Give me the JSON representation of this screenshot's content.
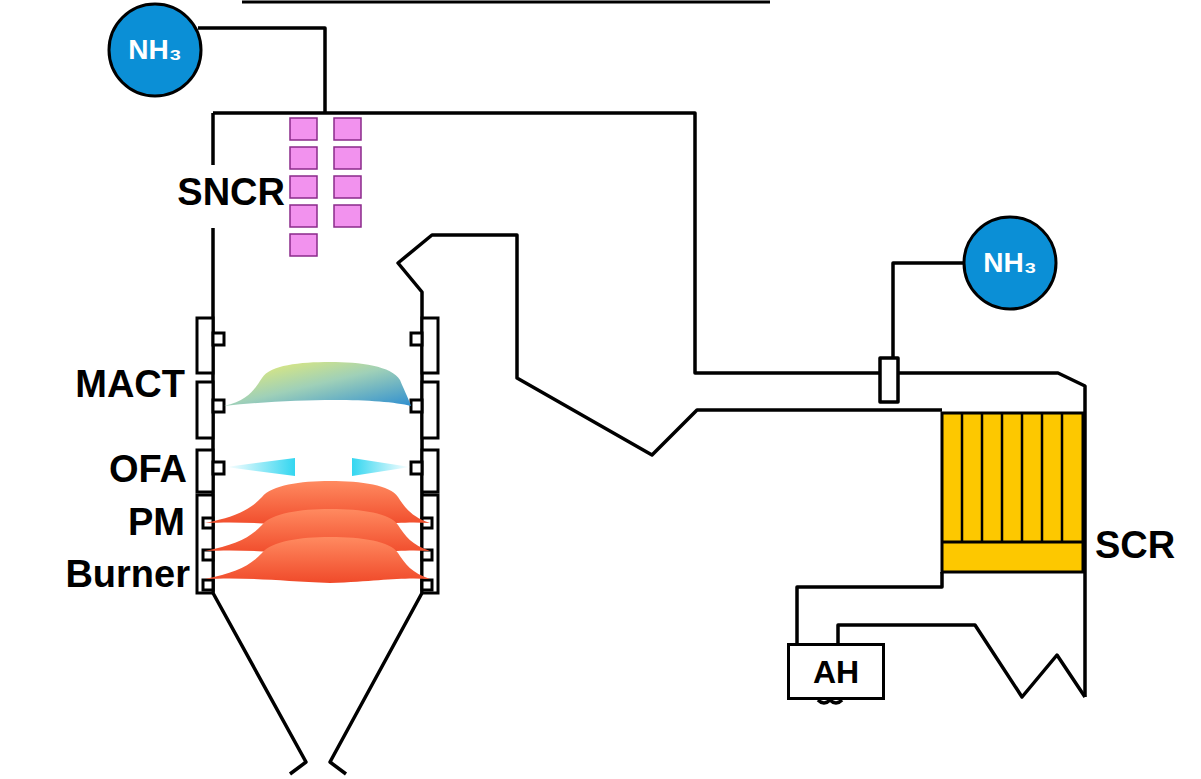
{
  "diagram": {
    "nodes": [
      {
        "text": [
          "NH₃"
        ]
      },
      {
        "text": [
          "NH₃"
        ]
      },
      {
        "text": [
          "AH"
        ]
      }
    ],
    "labels": [
      "SNCR",
      "MACT",
      "OFA",
      "PM",
      "Burner",
      "SCR"
    ]
  }
}
